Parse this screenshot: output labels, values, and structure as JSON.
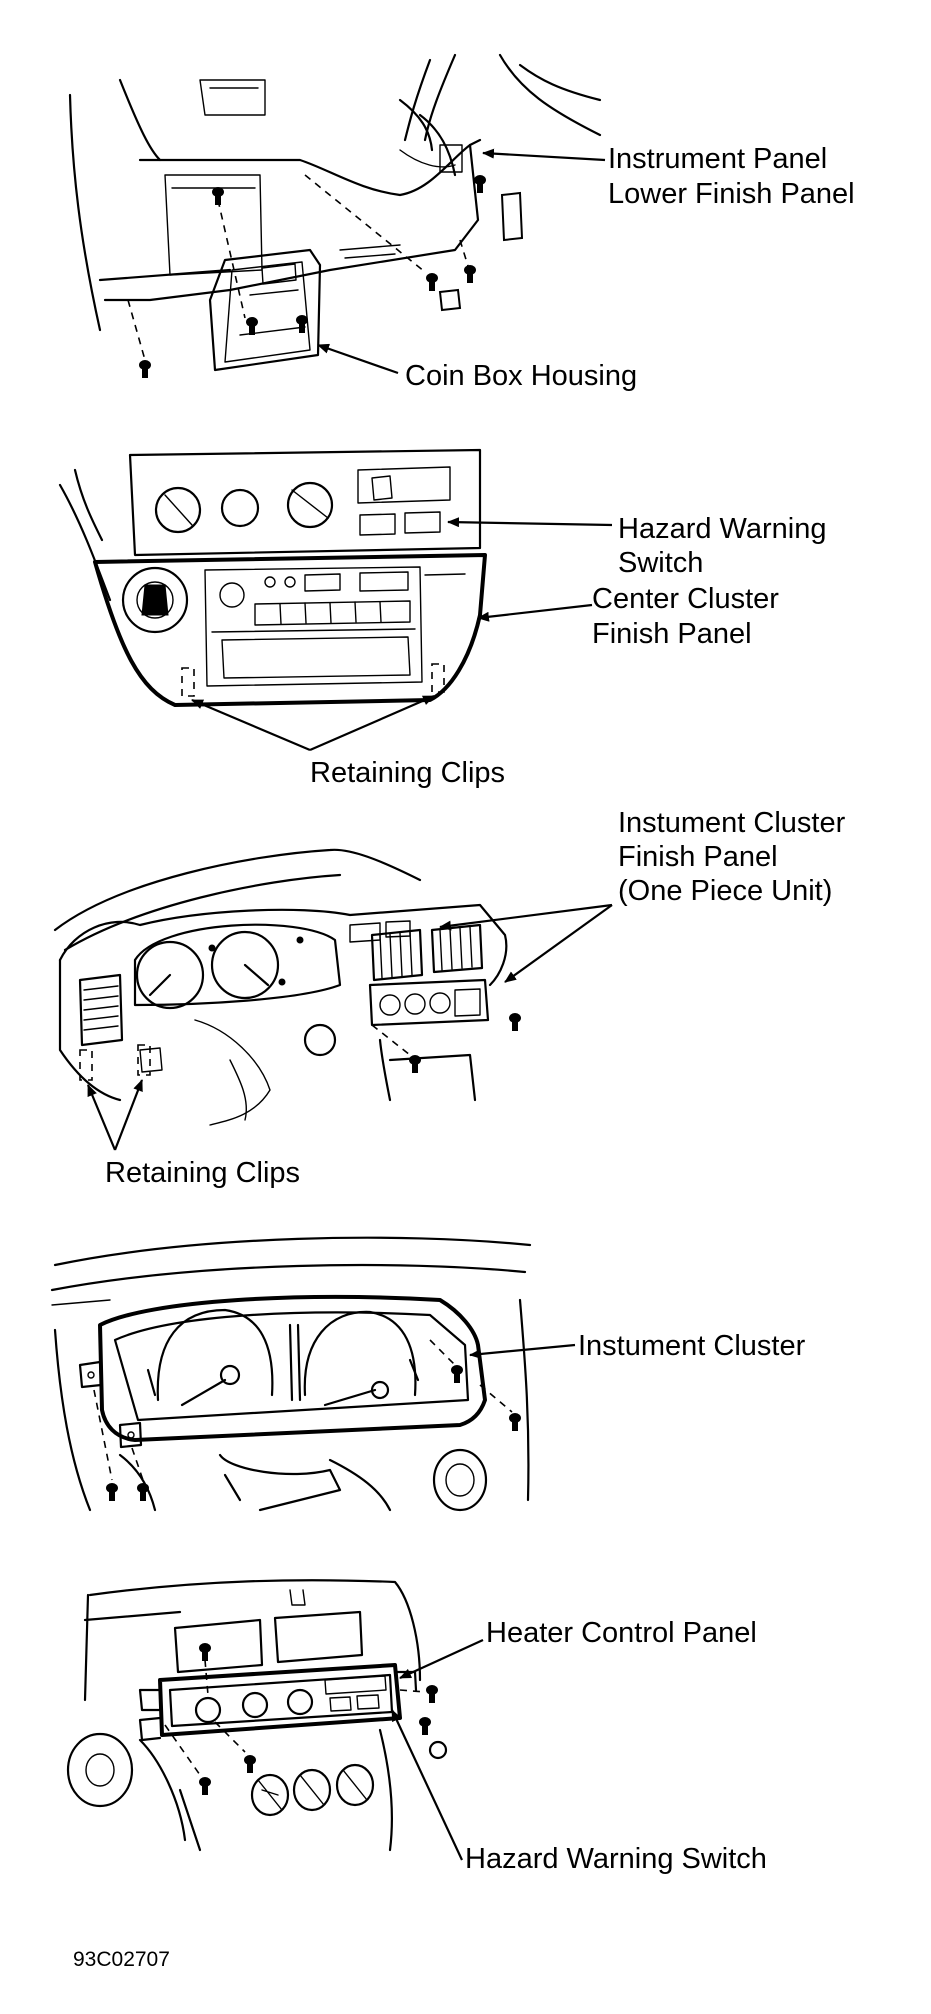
{
  "labels": {
    "lower_finish_panel": [
      "Instrument Panel",
      "Lower Finish Panel"
    ],
    "coin_box_housing": "Coin Box Housing",
    "hazard_warning_switch_1": [
      "Hazard Warning",
      "Switch"
    ],
    "center_cluster_finish_panel": [
      "Center Cluster",
      "Finish Panel"
    ],
    "retaining_clips_1": "Retaining Clips",
    "instrument_cluster_finish_panel": [
      "Instument Cluster",
      "Finish Panel",
      "(One Piece Unit)"
    ],
    "retaining_clips_2": "Retaining Clips",
    "instrument_cluster": "Instument Cluster",
    "heater_control_panel": "Heater Control Panel",
    "hazard_warning_switch_2": "Hazard Warning Switch"
  },
  "figure_code": "93C02707",
  "icons": [
    "arrow-icon",
    "screw-icon",
    "clip-icon"
  ]
}
